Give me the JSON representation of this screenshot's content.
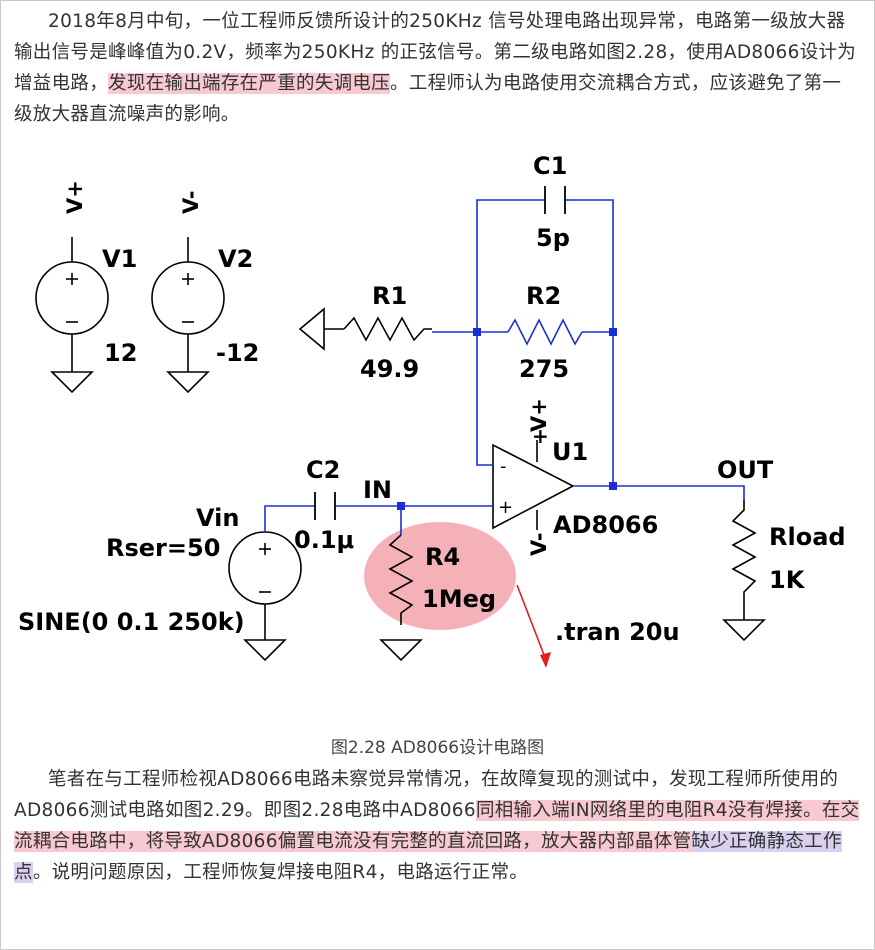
{
  "paragraph1": {
    "text_a": "2018年8月中旬，一位工程师反馈所设计的250KHz 信号处理电路出现异常，电路第一级放大器输出信号是峰峰值为0.2V，频率为250KHz 的正弦信号。第二级电路如图2.28，使用AD8066设计为增益电路，",
    "highlight": "发现在输出端存在严重的失调电压",
    "text_b": "。工程师认为电路使用交流耦合方式，应该避免了第一级放大器直流噪声的影响。"
  },
  "circuit": {
    "v1": {
      "name": "V1",
      "value": "12",
      "node": "V+"
    },
    "v2": {
      "name": "V2",
      "value": "-12",
      "node": "V-"
    },
    "r1": {
      "name": "R1",
      "value": "49.9"
    },
    "r2": {
      "name": "R2",
      "value": "275"
    },
    "c1": {
      "name": "C1",
      "value": "5p"
    },
    "c2": {
      "name": "C2",
      "value": "0.1μ"
    },
    "r4": {
      "name": "R4",
      "value": "1Meg"
    },
    "u1": {
      "name": "U1",
      "part": "AD8066",
      "vplus": "V+",
      "vminus": "V-",
      "in_minus": "-",
      "in_plus": "+"
    },
    "vin": {
      "name": "Vin",
      "rser": "Rser=50",
      "sine": "SINE(0 0.1 250k)"
    },
    "net_in": "IN",
    "net_out": "OUT",
    "rload": {
      "name": "Rload",
      "value": "1K"
    },
    "directive": ".tran 20u",
    "colors": {
      "wire": "#1c2fd6",
      "junction": "#1c2fd6",
      "highlight": "#f4a9b0",
      "arrow": "#e02020"
    }
  },
  "caption": "图2.28 AD8066设计电路图",
  "paragraph2": {
    "text_a": "笔者在与工程师检视AD8066电路未察觉异常情况，在故障复现的测试中，发现工程师所使用的AD8066测试电路如图2.29。即图2.28电路中AD8066",
    "highlight_pink": "同相输入端IN网络里的电阻R4没有焊接。在交流耦合电路中，将导致AD8066偏置电流没有完整的直流回路，放大器内部晶体管",
    "highlight_purple": "缺少正确静态工作点",
    "text_b": "。说明问题原因，工程师恢复焊接电阻R4，电路运行正常。"
  }
}
